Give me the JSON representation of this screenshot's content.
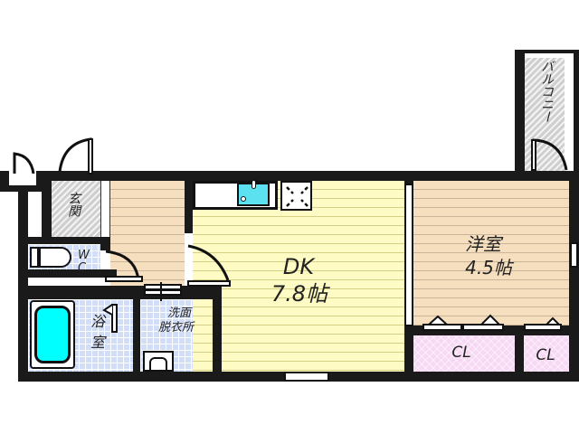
{
  "floor_plan": {
    "rooms": {
      "entrance": {
        "label": "玄関"
      },
      "wc": {
        "label_line1": "W",
        "label_line2": "C"
      },
      "bath": {
        "label_line1": "浴",
        "label_line2": "室"
      },
      "washroom": {
        "label_line1": "洗面",
        "label_line2": "脱衣所"
      },
      "dk": {
        "label_line1": "DK",
        "label_line2": "7.8帖"
      },
      "western_room": {
        "label_line1": "洋室",
        "label_line2": "4.5帖"
      },
      "balcony": {
        "label": "バルコニー"
      },
      "closet_large": {
        "label": "CL"
      },
      "closet_small": {
        "label": "CL"
      }
    },
    "fixtures": [
      "kitchen-sink",
      "gas-stove",
      "toilet",
      "bathtub",
      "wash-basin"
    ],
    "colors": {
      "wall": "#1a1a1a",
      "wood_floor": "#f5dfbf",
      "dk_floor": "#fefcc4",
      "tile": "#d2ddf7",
      "closet": "#f7d8f5",
      "bathtub": "#00ffff",
      "sink": "#5ce1f0"
    }
  }
}
